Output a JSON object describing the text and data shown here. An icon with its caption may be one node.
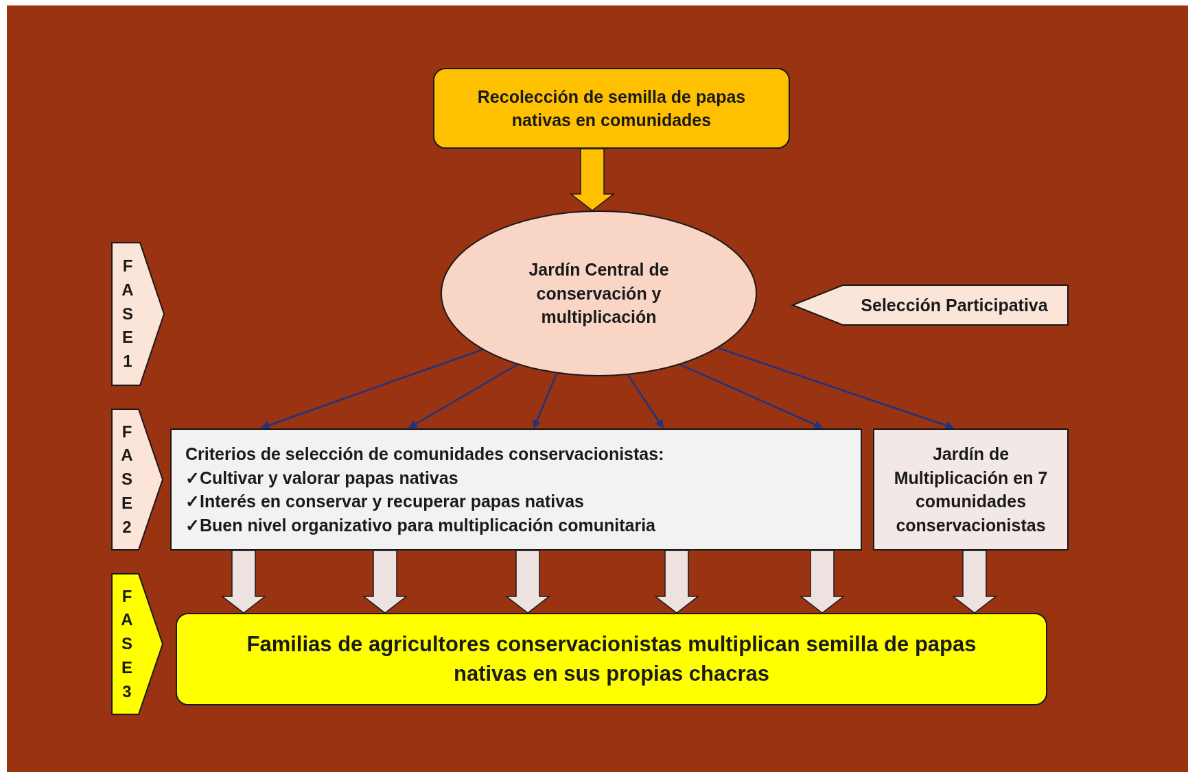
{
  "diagram": {
    "nodes": [
      {
        "text": [
          "Recolección de semilla de papas nativas en comunidades"
        ]
      },
      {
        "text": [
          "Jardín Central de conservación y multiplicación"
        ]
      },
      {
        "text": [
          "Selección Participativa"
        ]
      },
      {
        "text": [
          "FASE 1"
        ]
      },
      {
        "text": [
          "FASE 2"
        ]
      },
      {
        "text": [
          "FASE 3"
        ]
      },
      {
        "text": [
          "Criterios de selección de comunidades conservacionistas:",
          "✓Cultivar y valorar papas nativas",
          "✓Interés en conservar y recuperar papas nativas",
          "✓Buen nivel organizativo para multiplicación comunitaria"
        ]
      },
      {
        "text": [
          "Jardín de Multiplicación en 7 comunidades conservacionistas"
        ]
      },
      {
        "text": [
          "Familias de agricultores conservacionistas multiplican semilla de papas nativas en sus propias chacras"
        ]
      }
    ],
    "edges": [
      {
        "from": 0,
        "to": 1,
        "arrow": "to",
        "style": "thick",
        "color": "#ffc000"
      },
      {
        "from": 1,
        "to": 6,
        "arrow": "to"
      },
      {
        "from": 1,
        "to": 6,
        "arrow": "to"
      },
      {
        "from": 1,
        "to": 6,
        "arrow": "to"
      },
      {
        "from": 1,
        "to": 6,
        "arrow": "to"
      },
      {
        "from": 1,
        "to": 6,
        "arrow": "to"
      },
      {
        "from": 1,
        "to": 7,
        "arrow": "to"
      },
      {
        "from": 6,
        "to": 8,
        "arrow": "to",
        "style": "thick",
        "color": "#ede2df"
      },
      {
        "from": 6,
        "to": 8,
        "arrow": "to",
        "style": "thick",
        "color": "#ede2df"
      },
      {
        "from": 6,
        "to": 8,
        "arrow": "to",
        "style": "thick",
        "color": "#ede2df"
      },
      {
        "from": 6,
        "to": 8,
        "arrow": "to",
        "style": "thick",
        "color": "#ede2df"
      },
      {
        "from": 6,
        "to": 8,
        "arrow": "to",
        "style": "thick",
        "color": "#ede2df"
      },
      {
        "from": 7,
        "to": 8,
        "arrow": "to",
        "style": "thick",
        "color": "#ede2df"
      }
    ]
  }
}
